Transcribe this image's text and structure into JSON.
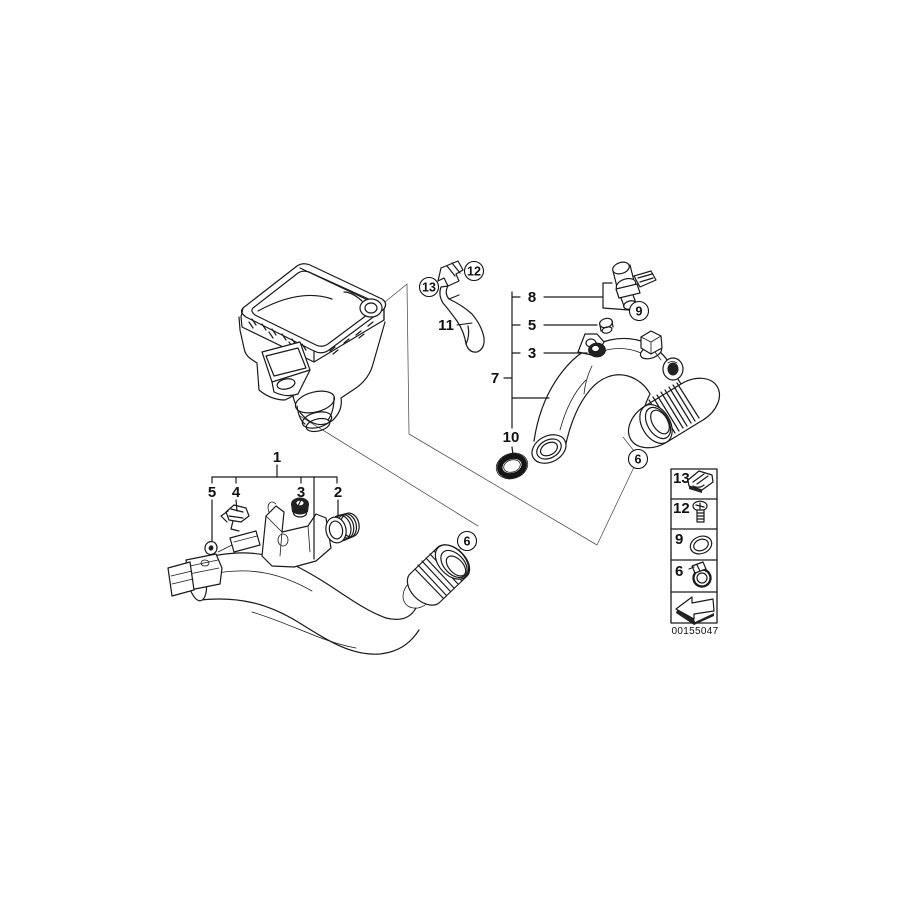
{
  "part_number": "00155047",
  "colors": {
    "line": "#1a1a1a",
    "thin_line": "#4d4d4d",
    "background": "#ffffff"
  },
  "callouts": {
    "group1": {
      "label": "1",
      "items": {
        "i5": "5",
        "i4": "4",
        "i3": "3",
        "i2": "2"
      }
    },
    "right": {
      "l8": "8",
      "l5": "5",
      "l3": "3",
      "l7": "7",
      "l10": "10"
    },
    "bracket": {
      "l11": "11"
    },
    "circled": {
      "c13": "13",
      "c12": "12",
      "c9": "9",
      "c6_right": "6",
      "c6_lower": "6"
    }
  },
  "legend": {
    "rows": [
      {
        "label": "13",
        "icon": "retainer-clip-icon"
      },
      {
        "label": "12",
        "icon": "screw-icon"
      },
      {
        "label": "9",
        "icon": "o-ring-icon"
      },
      {
        "label": "6",
        "icon": "hose-clamp-icon"
      }
    ],
    "arrow": "direction-arrow-icon"
  }
}
